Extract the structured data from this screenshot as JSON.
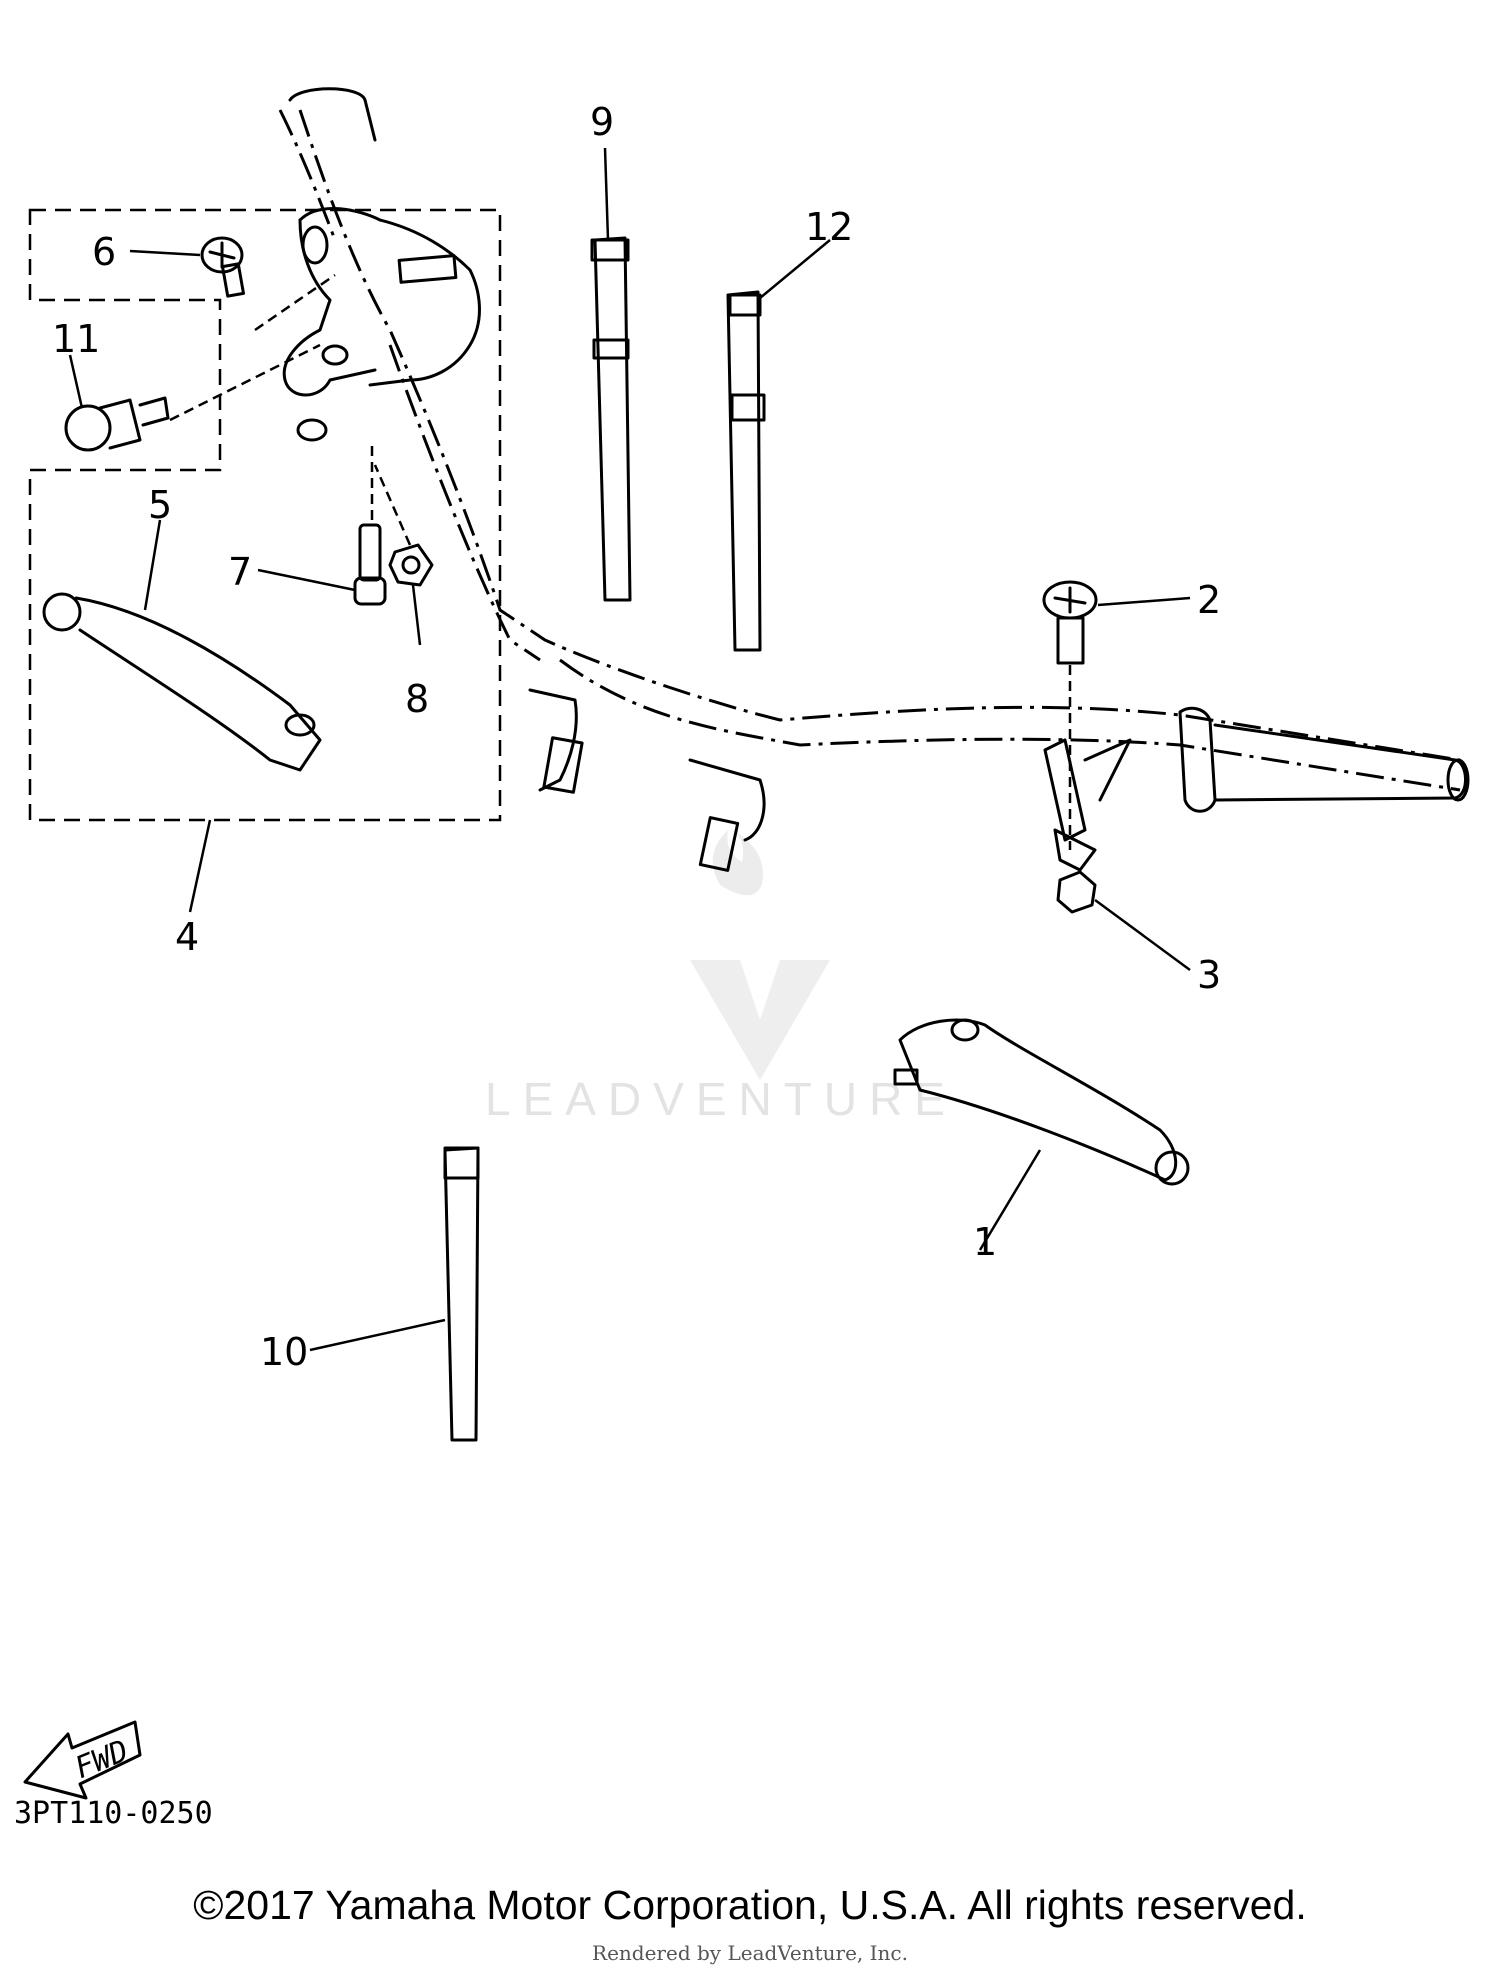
{
  "callouts": {
    "c1": "1",
    "c2": "2",
    "c3": "3",
    "c4": "4",
    "c5": "5",
    "c6": "6",
    "c7": "7",
    "c8": "8",
    "c9": "9",
    "c10": "10",
    "c11": "11",
    "c12": "12"
  },
  "fwd_label": "FWD",
  "diagram_code": "3PT110-0250",
  "watermark": "LEADVENTURE",
  "copyright": "©2017 Yamaha Motor Corporation, U.S.A. All rights reserved.",
  "rendered_by": "Rendered by LeadVenture, Inc."
}
